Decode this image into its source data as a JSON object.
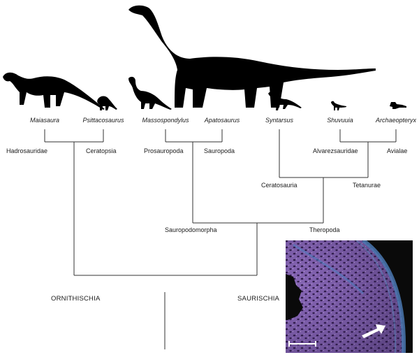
{
  "taxa": [
    {
      "id": "maiasaura",
      "label": "Maiasaura"
    },
    {
      "id": "psittacosaurus",
      "label": "Psittacosaurus"
    },
    {
      "id": "massospondylus",
      "label": "Massospondylus"
    },
    {
      "id": "apatosaurus",
      "label": "Apatosaurus"
    },
    {
      "id": "syntarsus",
      "label": "Syntarsus"
    },
    {
      "id": "shuvuuia",
      "label": "Shuvuuia"
    },
    {
      "id": "archaeopteryx",
      "label": "Archaeopteryx"
    }
  ],
  "clades": {
    "hadrosauridae": "Hadrosauridae",
    "ceratopsia": "Ceratopsia",
    "prosauropoda": "Prosauropoda",
    "sauropoda": "Sauropoda",
    "alvarezsauridae": "Alvarezsauridae",
    "avialae": "Avialae",
    "ceratosauria": "Ceratosauria",
    "tetanurae": "Tetanurae",
    "sauropodomorpha": "Sauropodomorpha",
    "theropoda": "Theropoda",
    "ornithischia": "ORNITHISCHIA",
    "saurischia": "SAURISCHIA"
  },
  "colors": {
    "silhouette": "#000000",
    "line": "#333333",
    "micro_bg": "#0a0a0a",
    "micro_tissue": "#7a5aa8",
    "micro_canal": "#2a1840",
    "micro_rim": "#4a78b0",
    "arrow": "#ffffff"
  }
}
